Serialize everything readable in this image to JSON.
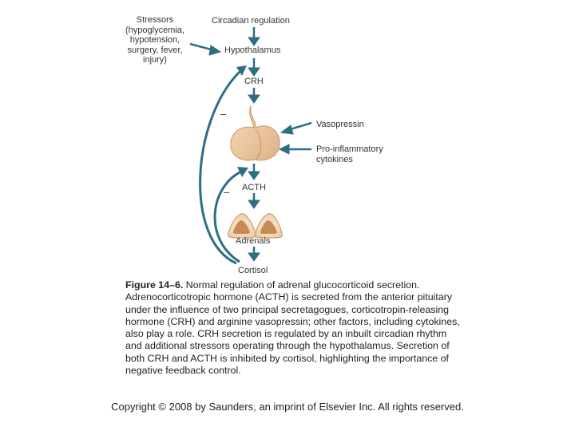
{
  "diagram": {
    "stressors": [
      "Stressors",
      "(hypoglycemia,",
      "hypotension,",
      "surgery, fever,",
      "injury)"
    ],
    "circadian": "Circadian regulation",
    "hypothalamus": "Hypothalamus",
    "crh": "CRH",
    "vasopressin": "Vasopressin",
    "cytokines": [
      "Pro-inflammatory",
      "cytokines"
    ],
    "acth": "ACTH",
    "adrenals": "Adrenals",
    "cortisol": "Cortisol",
    "inhibition_symbol": "–",
    "colors": {
      "arrow": "#2f6d86",
      "pituitary": "#edc8a0",
      "adrenal_outer": "#f3dcc0",
      "adrenal_inner": "#c98b55"
    }
  },
  "caption": {
    "label": "Figure 14–6.",
    "text": " Normal regulation of adrenal glucocorticoid secretion. Adrenocorticotropic hormone (ACTH) is secreted from the anterior pituitary under the influence of two principal secretagogues, corticotropin-releasing hormone (CRH) and arginine vasopressin; other factors, including cytokines, also play a role. CRH secretion is regulated by an inbuilt circadian rhythm and additional stressors operating through the hypothalamus. Secretion of both CRH and ACTH is inhibited by cortisol, highlighting the importance of negative feedback control."
  },
  "copyright": "Copyright © 2008 by Saunders, an imprint of Elsevier Inc.  All rights reserved."
}
